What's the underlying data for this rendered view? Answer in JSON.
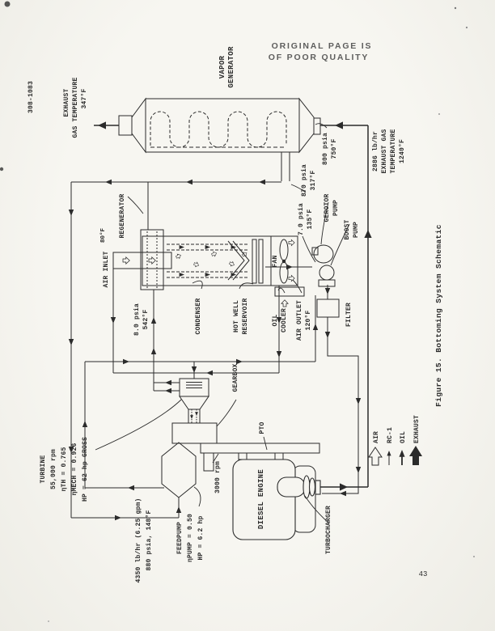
{
  "page": {
    "number": "43",
    "doc_number": "308-1083",
    "stamp_line1": "ORIGINAL PAGE IS",
    "stamp_line2": "OF POOR QUALITY",
    "caption": "Figure 15.  Bottoming System Schematic"
  },
  "labels": {
    "exhaust_left": {
      "l1": "EXHAUST",
      "l2": "GAS TEMPERATURE",
      "l3": "347°F"
    },
    "vapor_generator": {
      "l1": "VAPOR",
      "l2": "GENERATOR"
    },
    "vg_out": {
      "l1": "800 psia",
      "l2": "750°F"
    },
    "exhaust_in": {
      "l1": "2886 lb/hr",
      "l2": "EXHAUST GAS",
      "l3": "TEMPERATURE",
      "l4": "1240°F"
    },
    "regen_out": {
      "l1": "870 psia",
      "l2": "317°F"
    },
    "pump_in": {
      "l1": "7.0 psia",
      "l2": "135°F"
    },
    "gerotor_pump": {
      "l1": "GEROTOR",
      "l2": "PUMP"
    },
    "boost_pump": {
      "l1": "BOOST",
      "l2": "PUMP"
    },
    "regenerator": "REGENERATOR",
    "air_inlet": {
      "l1": "AIR INLET",
      "l2": "80°F"
    },
    "turbine_out": {
      "l1": "8.0 psia",
      "l2": "542°F"
    },
    "condenser": "CONDENSER",
    "hot_well": {
      "l1": "HOT WELL",
      "l2": "RESERVOIR"
    },
    "fan": "FAN",
    "oil_cooler": {
      "l1": "OIL",
      "l2": "COOLER"
    },
    "air_outlet": {
      "l1": "AIR OUTLET",
      "l2": "120°F"
    },
    "filter": "FILTER",
    "gearbox": "GEARBOX",
    "turbine": {
      "l1": "TURBINE",
      "l2": "55,000 rpm",
      "l3": "ηTH = 0.765",
      "l4": "ηMECH = 0.926",
      "l5": "HP = 62 hp GROSS"
    },
    "feedpump": {
      "l1": "FEEDPUMP",
      "l2": "ηPUMP = 0.50",
      "l3": "HP = 6.2 hp"
    },
    "feed_flow": {
      "l1": "4350 lb/hr (6.25 gpm)",
      "l2": "880 psia, 148°F"
    },
    "pto": "PTO",
    "pto_speed": "3000 rpm",
    "diesel_engine": "DIESEL ENGINE",
    "turbocharger": "TURBOCHARGER"
  },
  "legend": {
    "air": "AIR",
    "rc1": "RC-1",
    "oil": "OIL",
    "exhaust": "EXHAUST"
  },
  "colors": {
    "ink": "#2b2b2b",
    "paper": "#f6f5f0",
    "stamp": "#4e4e4e"
  }
}
